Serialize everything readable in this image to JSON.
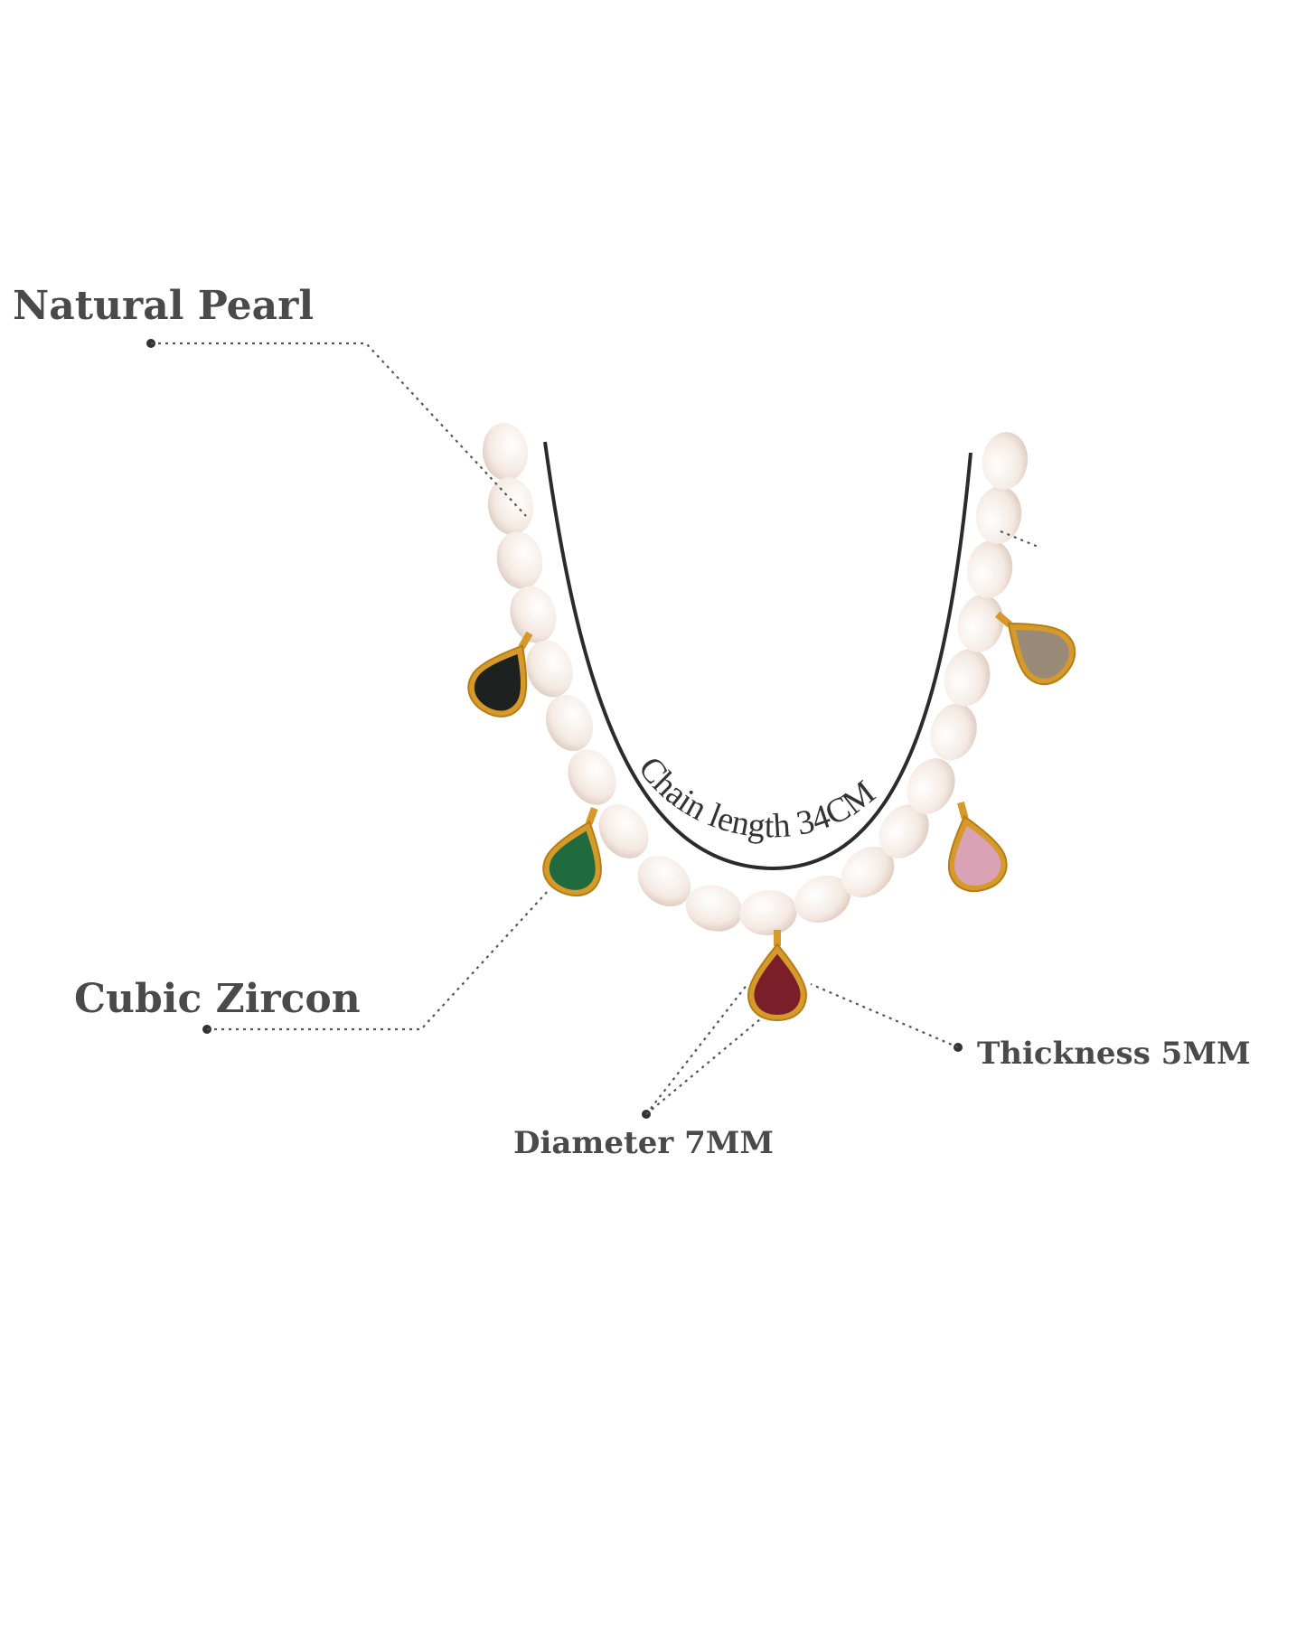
{
  "labels": {
    "natural_pearl": "Natural Pearl",
    "cubic_zircon": "Cubic Zircon",
    "thickness": "Thickness 5MM",
    "diameter": "Diameter 7MM",
    "chain_length": "Chain length 34CM"
  },
  "colors": {
    "background": "#ffffff",
    "label_text": "#4a4a4a",
    "chain": "#2b2b2b",
    "pearl": "#f6ede6",
    "gold": "#d59a2a",
    "stones": [
      "#1d211f",
      "#1f6b3e",
      "#7a1f2a",
      "#d9a3b5",
      "#9a8a78"
    ]
  }
}
